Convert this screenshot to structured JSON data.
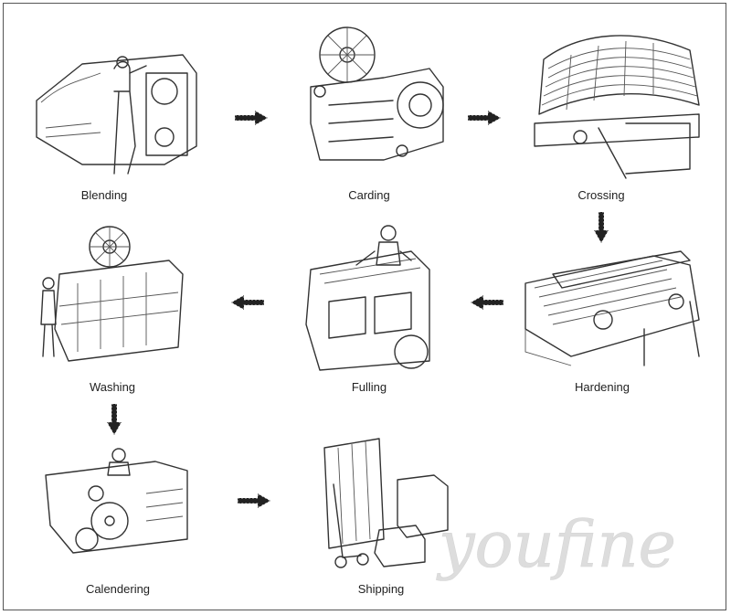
{
  "steps": [
    {
      "label": "Blending"
    },
    {
      "label": "Carding"
    },
    {
      "label": "Crossing"
    },
    {
      "label": "Hardening"
    },
    {
      "label": "Fulling"
    },
    {
      "label": "Washing"
    },
    {
      "label": "Calendering"
    },
    {
      "label": "Shipping"
    }
  ],
  "watermark": {
    "text": "youfine"
  },
  "colors": {
    "line": "#333333",
    "arrow": "#222222",
    "watermark": "#d8d8d8"
  }
}
